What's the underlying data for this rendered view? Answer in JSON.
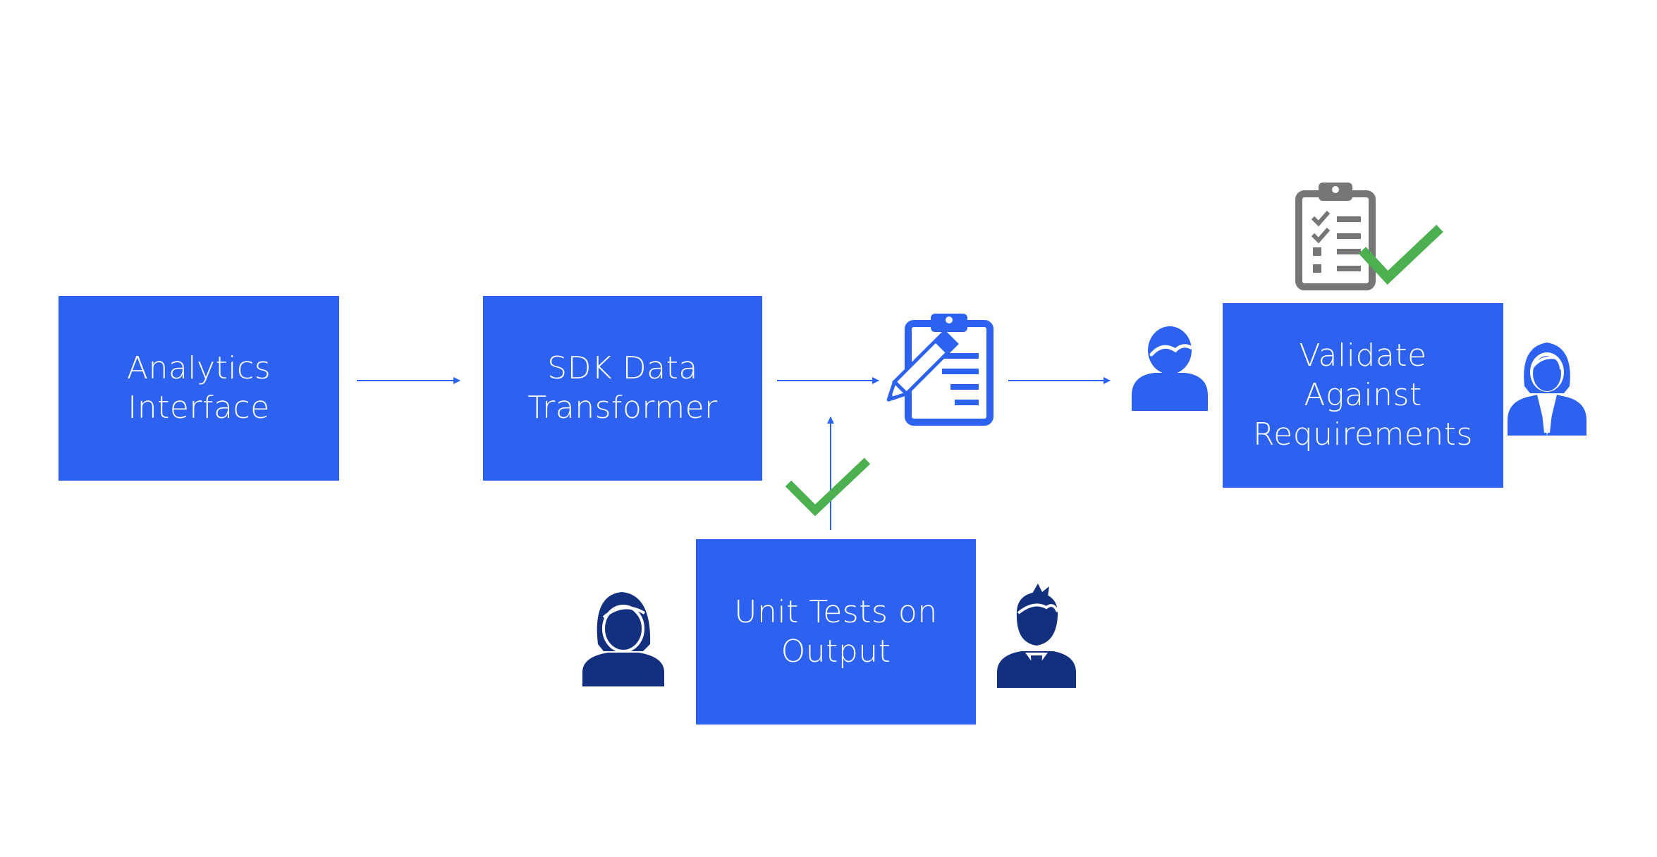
{
  "diagram": {
    "nodes": {
      "analytics": "Analytics\nInterface",
      "sdk": "SDK Data\nTransformer",
      "unit_tests": "Unit Tests on\nOutput",
      "validate": "Validate\nAgainst\nRequirements"
    },
    "colors": {
      "box": "#2d62f0",
      "arrow": "#2d62f0",
      "person_blue": "#2d62f0",
      "person_navy": "#13307e",
      "check": "#4caf50",
      "clipboard_gray": "#767676"
    },
    "icons": [
      "clipboard-pencil-icon",
      "clipboard-checklist-icon",
      "check-icon",
      "man-icon",
      "woman-icon",
      "boy-icon"
    ]
  }
}
